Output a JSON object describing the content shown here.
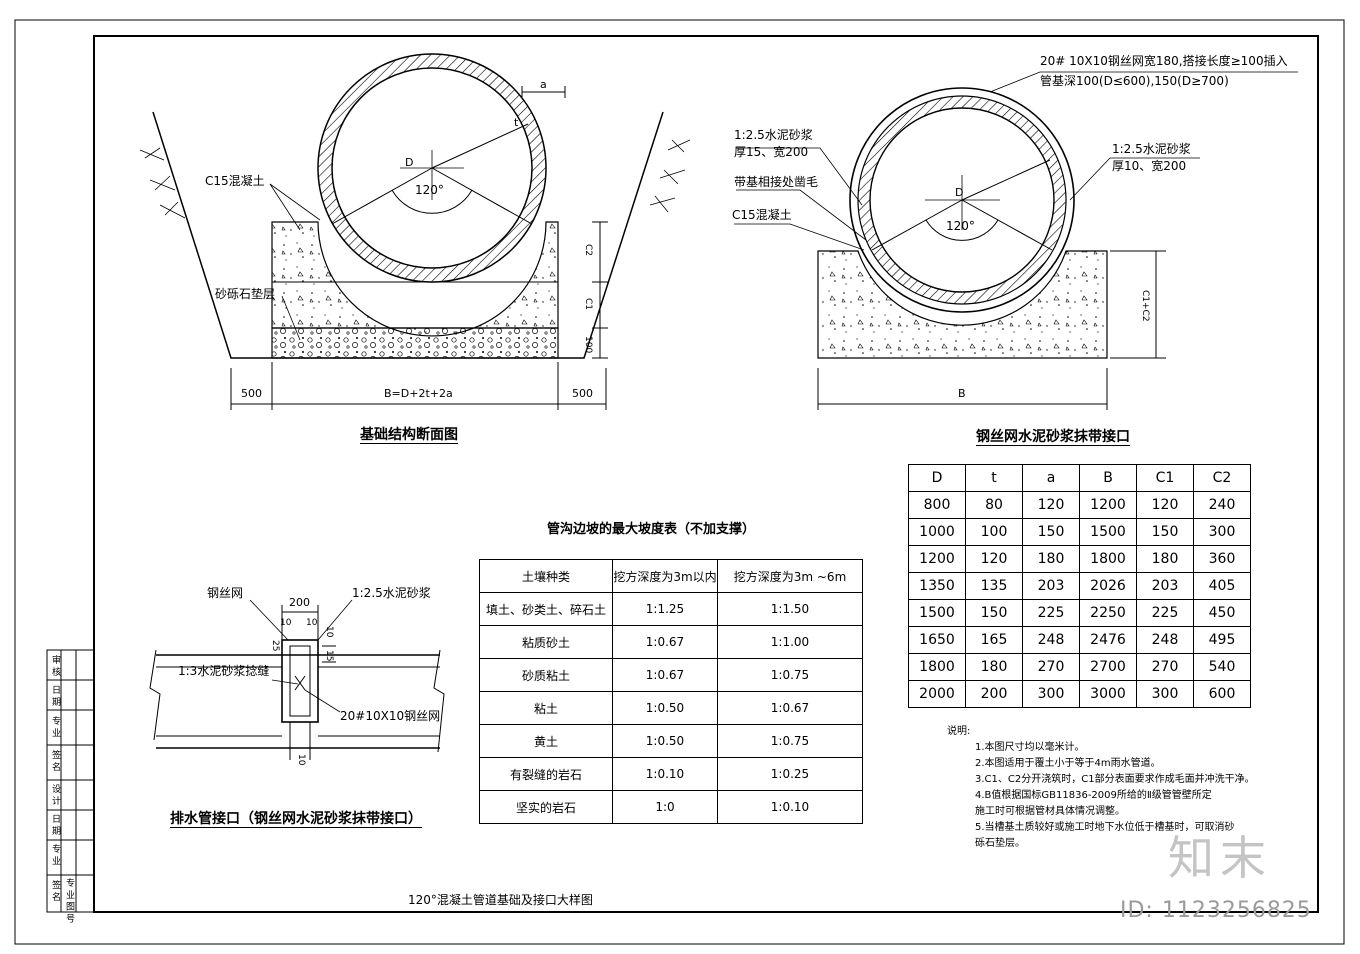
{
  "drawing_title": "120°混凝土管道基础及接口大样图",
  "section1": {
    "title": "基础结构断面图",
    "label_concrete": "C15混凝土",
    "label_gravel": "砂砾石垫层",
    "dim_a": "a",
    "dim_t": "t",
    "dim_D": "D",
    "angle": "120°",
    "dim_C2": "C2",
    "dim_C1": "C1",
    "dim_100": "100",
    "dim_500_left": "500",
    "dim_B": "B=D+2t+2a",
    "dim_500_right": "500"
  },
  "section2": {
    "title": "钢丝网水泥砂浆抹带接口",
    "label_mesh_line1": "20# 10X10钢丝网宽180,搭接长度≥100插入",
    "label_mesh_line2": "管基深100(D≤600),150(D≥700)",
    "label_mortar_left_1": "1:2.5水泥砂浆",
    "label_mortar_left_2": "厚15、宽200",
    "label_roughen": "带基相接处凿毛",
    "label_concrete": "C15混凝土",
    "label_mortar_right_1": "1:2.5水泥砂浆",
    "label_mortar_right_2": "厚10、宽200",
    "dim_D": "D",
    "angle": "120°",
    "dim_C1C2": "C1+C2",
    "dim_B": "B"
  },
  "dimension_table": {
    "headers": [
      "D",
      "t",
      "a",
      "B",
      "C1",
      "C2"
    ],
    "rows": [
      [
        "800",
        "80",
        "120",
        "1200",
        "120",
        "240"
      ],
      [
        "1000",
        "100",
        "150",
        "1500",
        "150",
        "300"
      ],
      [
        "1200",
        "120",
        "180",
        "1800",
        "180",
        "360"
      ],
      [
        "1350",
        "135",
        "203",
        "2026",
        "203",
        "405"
      ],
      [
        "1500",
        "150",
        "225",
        "2250",
        "225",
        "450"
      ],
      [
        "1650",
        "165",
        "248",
        "2476",
        "248",
        "495"
      ],
      [
        "1800",
        "180",
        "270",
        "2700",
        "270",
        "540"
      ],
      [
        "2000",
        "200",
        "300",
        "3000",
        "300",
        "600"
      ]
    ]
  },
  "slope_table": {
    "title": "管沟边坡的最大坡度表（不加支撑）",
    "headers": [
      "土壤种类",
      "挖方深度为3m以内",
      "挖方深度为3m ~6m"
    ],
    "rows": [
      [
        "填土、砂类土、碎石土",
        "1:1.25",
        "1:1.50"
      ],
      [
        "粘质砂土",
        "1:0.67",
        "1:1.00"
      ],
      [
        "砂质粘土",
        "1:0.67",
        "1:0.75"
      ],
      [
        "粘土",
        "1:0.50",
        "1:0.67"
      ],
      [
        "黄土",
        "1:0.50",
        "1:0.75"
      ],
      [
        "有裂缝的岩石",
        "1:0.10",
        "1:0.25"
      ],
      [
        "坚实的岩石",
        "1:0",
        "1:0.10"
      ]
    ]
  },
  "joint_detail": {
    "title": "排水管接口（钢丝网水泥砂浆抹带接口）",
    "label_mesh": "钢丝网",
    "label_mortar": "1:2.5水泥砂浆",
    "label_fill": "1:3水泥砂浆捻缝",
    "label_mesh_spec": "20#10X10钢丝网",
    "dim_200": "200",
    "dim_10a": "10",
    "dim_10b": "10",
    "dim_10c": "10",
    "dim_25": "25",
    "dim_15": "15",
    "dim_10d": "10"
  },
  "notes": {
    "heading": "说明:",
    "items": [
      "1.本图尺寸均以毫米计。",
      "2.本图适用于覆土小于等于4m雨水管道。",
      "3.C1、C2分开浇筑时，C1部分表面要求作成毛面并冲洗干净。",
      "4.B值根据国标GB11836-2009所给的Ⅱ级管管壁所定",
      "   施工时可根据管材具体情况调整。",
      "5.当槽基土质较好或施工时地下水位低于槽基时，可取消砂",
      "   砾石垫层。"
    ]
  },
  "sign_block": {
    "labels": [
      "审 核",
      "日 期",
      "专 业",
      "签 名",
      "设 计",
      "日 期",
      "专 业",
      "签 名",
      "专 业 图 号"
    ]
  },
  "watermark": {
    "logo": "知末",
    "id": "ID: 1123256825"
  }
}
